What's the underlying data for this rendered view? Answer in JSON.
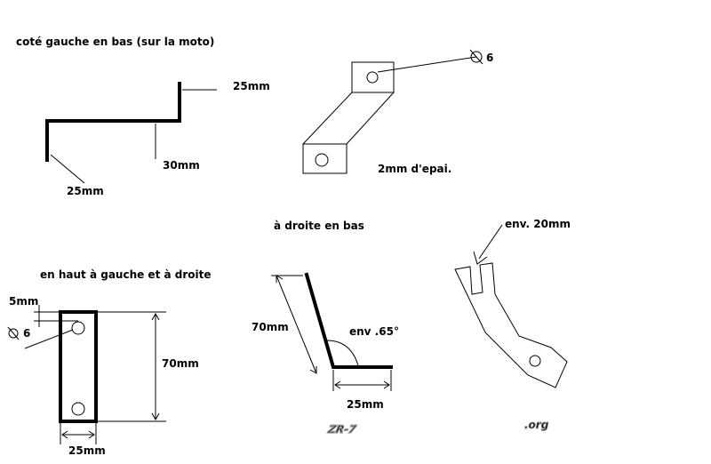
{
  "labels": {
    "title_left": "coté gauche en bas (sur la moto)",
    "dim_25_top": "25mm",
    "dim_30": "30mm",
    "dim_25_left": "25mm",
    "hole_6_top": "6",
    "thickness": "2mm d'epai.",
    "title_right": "à droite en bas",
    "env20": "env. 20mm",
    "title_top": "en haut à gauche et à droite",
    "dim_5": "5mm",
    "hole_6_left": "6",
    "dim_70_right": "70mm",
    "dim_25_bottom": "25mm",
    "dim_70_mid": "70mm",
    "angle": "env .65°",
    "dim_25_mid": "25mm",
    "logo_main": "ZR-7",
    "logo_suffix": ".org"
  }
}
